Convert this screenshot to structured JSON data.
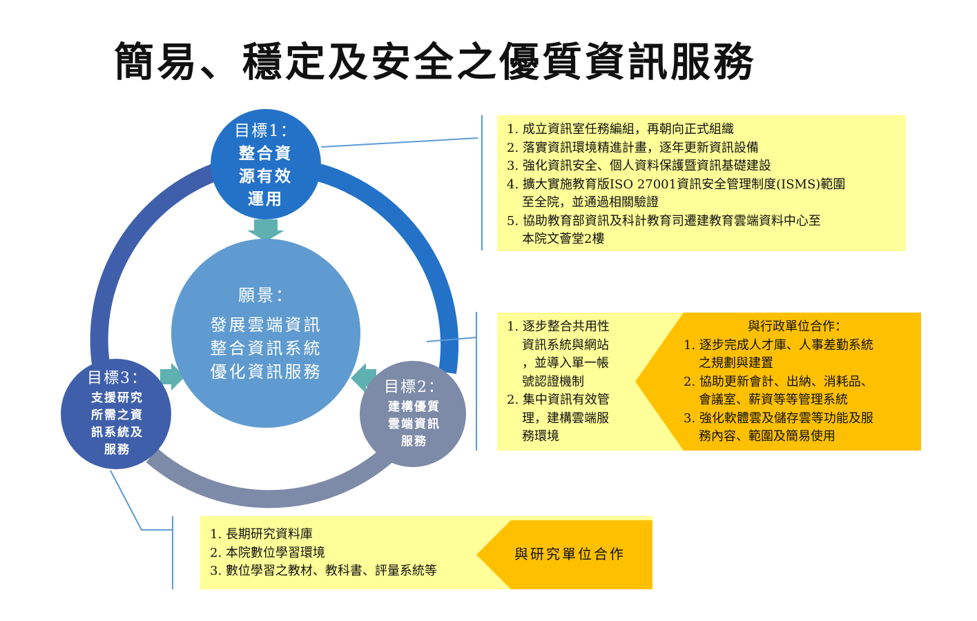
{
  "title": "簡易、穩定及安全之優質資訊服務",
  "colors": {
    "goal1": "#2472c8",
    "goal2": "#7d8aa8",
    "goal3": "#3f5faa",
    "vision": "#5f9bd0",
    "box_yellow": "#ffff99",
    "orange": "#ffc000",
    "arrow": "#5fb0b0"
  },
  "goal1": {
    "label": "目標1：",
    "text": "整合資\n源有效\n運用"
  },
  "goal2": {
    "label": "目標2：",
    "text": "建構優質\n雲端資訊\n服務"
  },
  "goal3": {
    "label": "目標3：",
    "text": "支援研究\n所需之資\n訊系統及\n服務"
  },
  "vision": {
    "label": "願景：",
    "text": "發展雲端資訊\n整合資訊系統\n優化資訊服務"
  },
  "box1": {
    "items": [
      "1. 成立資訊室任務編組，再朝向正式組織",
      "2. 落實資訊環境精進計畫，逐年更新資訊設備",
      "3. 強化資訊安全、個人資料保護暨資訊基礎建設",
      "4. 擴大實施教育版ISO 27001資訊安全管理制度(ISMS)範圍\n至全院，並通過相關驗證",
      "5. 協助教育部資訊及科計教育司遷建教育雲端資料中心至\n本院文薈堂2樓"
    ]
  },
  "box2": {
    "items": [
      "1. 逐步整合共用性\n資訊系統與網站\n，並導入單一帳\n號認證機制",
      "2. 集中資訊有效管\n理，建構雲端服\n務環境"
    ],
    "coop_title": "與行政單位合作：",
    "coop_items": [
      "1. 逐步完成人才庫、人事差勤系統\n之規劃與建置",
      "2. 協助更新會計、出納、消耗品、\n會議室、薪資等等管理系統",
      "3. 強化軟體雲及儲存雲等功能及服\n務內容、範圍及簡易使用"
    ]
  },
  "box3": {
    "items": [
      "1. 長期研究資料庫",
      "2. 本院數位學習環境",
      "3. 數位學習之教材、教科書、評量系統等"
    ],
    "coop_title": "與研究單位合作"
  }
}
